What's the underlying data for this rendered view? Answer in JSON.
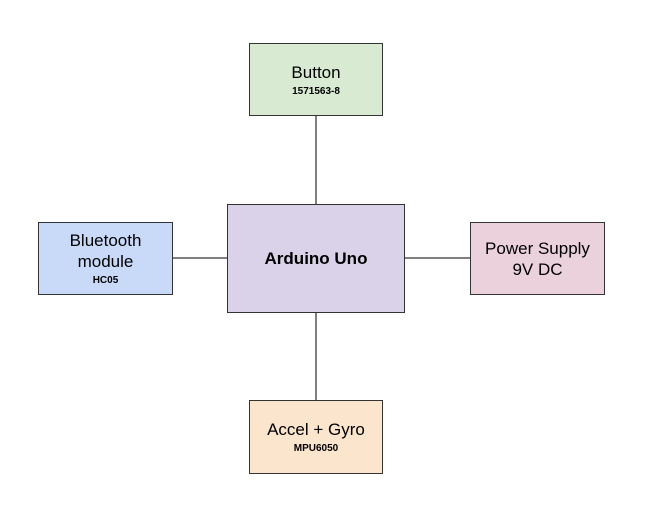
{
  "colors": {
    "button": "#d9ead3",
    "arduino": "#d9d2e9",
    "bluetooth": "#c9daf8",
    "power": "#ead1dc",
    "accel": "#fce5cd",
    "border": "#333333"
  },
  "nodes": {
    "button": {
      "title": "Button",
      "part": "1571563-8"
    },
    "arduino": {
      "title": "Arduino Uno"
    },
    "bluetooth": {
      "title_line1": "Bluetooth",
      "title_line2": "module",
      "part": "HC05"
    },
    "power": {
      "title_line1": "Power Supply",
      "title_line2": "9V DC"
    },
    "accel": {
      "title": "Accel + Gyro",
      "part": "MPU6050"
    }
  },
  "edges": [
    {
      "from": "arduino",
      "to": "button"
    },
    {
      "from": "arduino",
      "to": "bluetooth"
    },
    {
      "from": "arduino",
      "to": "power"
    },
    {
      "from": "arduino",
      "to": "accel"
    }
  ]
}
